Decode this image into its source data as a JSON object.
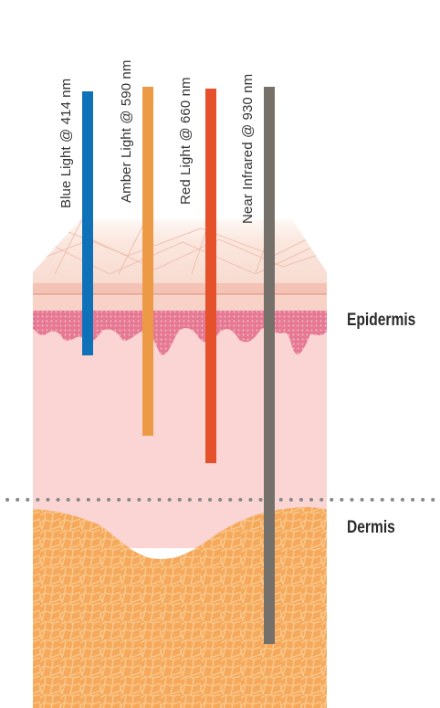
{
  "diagram": {
    "layers": {
      "epidermis": "Epidermis",
      "dermis": "Dermis"
    },
    "wavelengths": [
      {
        "label": "Blue Light @ 414 nm",
        "color": "#0f72b8"
      },
      {
        "label": "Amber Light @ 590 nm",
        "color": "#ec9a45"
      },
      {
        "label": "Red Light @ 660 nm",
        "color": "#e4512a"
      },
      {
        "label": "Near Infrared @ 930 nm",
        "color": "#76706a"
      }
    ],
    "colors": {
      "skin_surface": "#f7ddd2",
      "skin_line": "#f0b8aa",
      "epidermis_band": "#e67a94",
      "dermis_tissue": "#fbd5d3",
      "fat": "#f6a95a",
      "fat_line": "#f9c98f",
      "divider": "#888888"
    }
  }
}
